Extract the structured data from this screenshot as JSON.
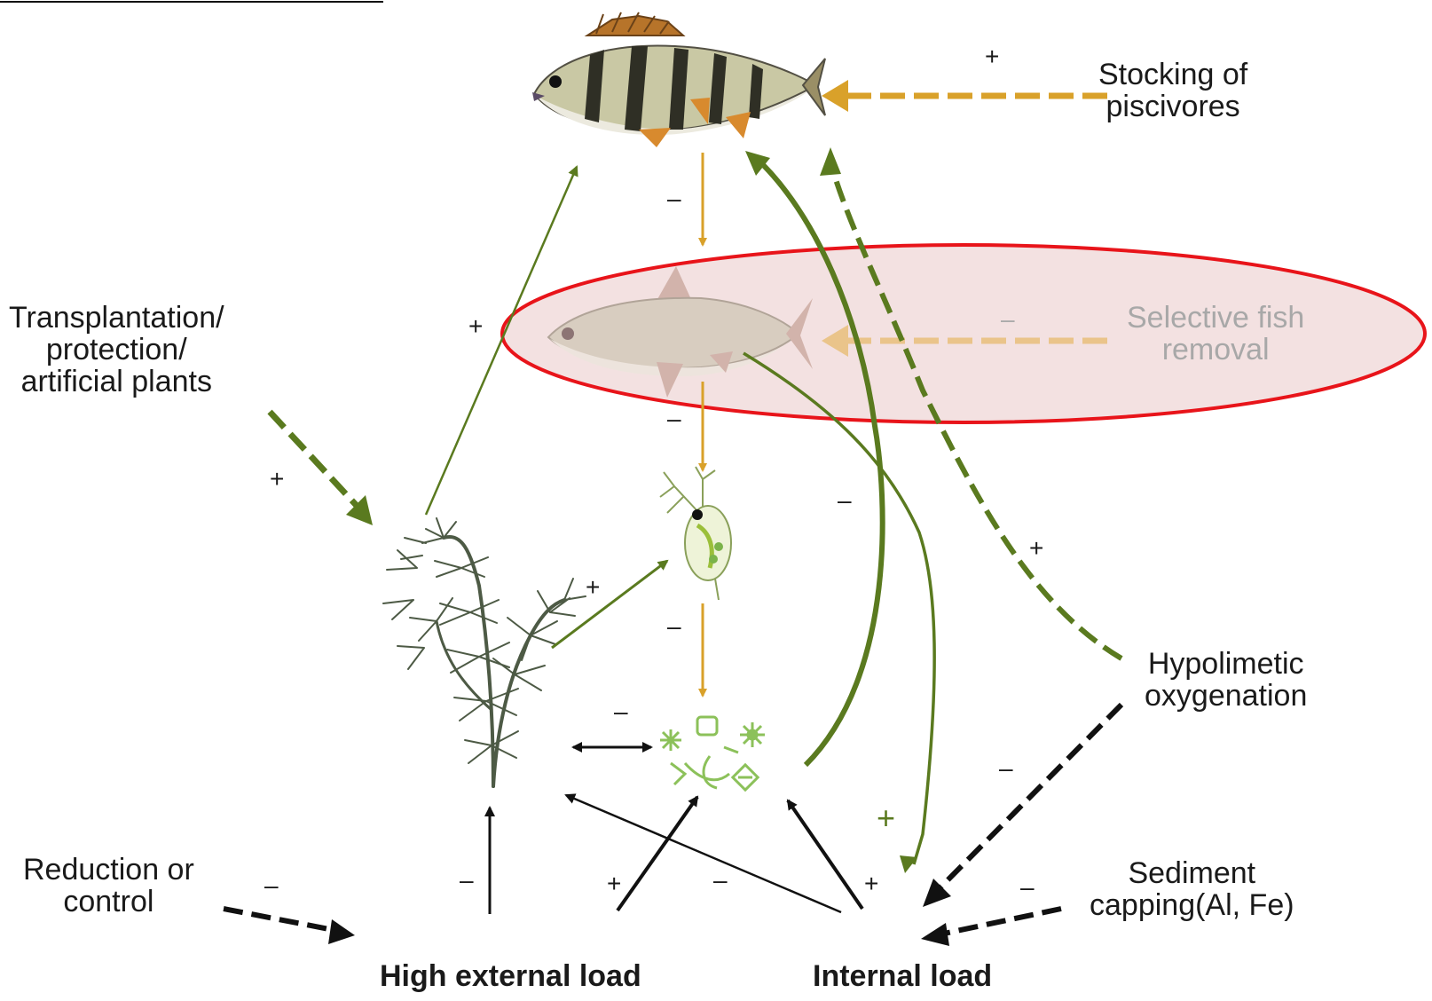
{
  "labels": {
    "stocking": [
      "Stocking of",
      "piscivores"
    ],
    "selective": [
      "Selective fish",
      "removal"
    ],
    "transplant": [
      "Transplantation/",
      "protection/",
      "artificial plants"
    ],
    "hypo": [
      "Hypolimetic",
      "oxygenation"
    ],
    "reduction": [
      "Reduction or",
      "control"
    ],
    "sediment": [
      "Sediment",
      "capping(Al, Fe)"
    ],
    "external": "High external load",
    "internal": "Internal load"
  },
  "signs": {
    "stocking": "+",
    "selective": "–",
    "plant_to_pisc": "+",
    "transplant": "+",
    "pisc_to_plankt": "–",
    "plankt_to_zoo": "–",
    "internal_to_pisc": "–",
    "hypo_to_pisc": "+",
    "plant_to_zoo": "+",
    "zoo_to_phyto": "–",
    "phyto_to_plant": "–",
    "plankt_to_internal": "+",
    "hypo_to_internal": "–",
    "reduction": "–",
    "external_to_plant": "–",
    "external_to_phyto": "+",
    "internal_to_plant": "–",
    "internal_to_phyto": "+",
    "sediment": "–"
  },
  "colors": {
    "orange": "#d9a12a",
    "orange_faded": "#eac48a",
    "green": "#5a7a1f",
    "green_faded": "#9aaf7a",
    "black": "#111111",
    "highlight_stroke": "#e8141a",
    "highlight_fill": "#f3e1e1"
  }
}
